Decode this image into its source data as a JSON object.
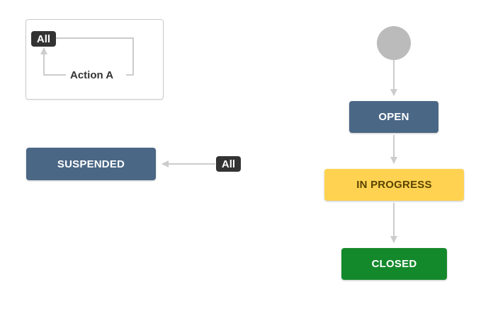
{
  "colors": {
    "status_todo": "#4a6785",
    "status_in_progress": "#ffd351",
    "status_done": "#14892c",
    "status_text_light": "#ffffff",
    "status_text_dark": "#594300",
    "tag_bg": "#333333",
    "tag_text": "#ffffff",
    "connector": "#cccccc",
    "label_text": "#333333",
    "start_node": "#bbbbbb"
  },
  "global_transition": {
    "tag": "All",
    "action_label": "Action A"
  },
  "suspended_transition": {
    "tag": "All"
  },
  "statuses": {
    "suspended": "SUSPENDED",
    "open": "OPEN",
    "in_progress": "IN PROGRESS",
    "closed": "CLOSED"
  }
}
